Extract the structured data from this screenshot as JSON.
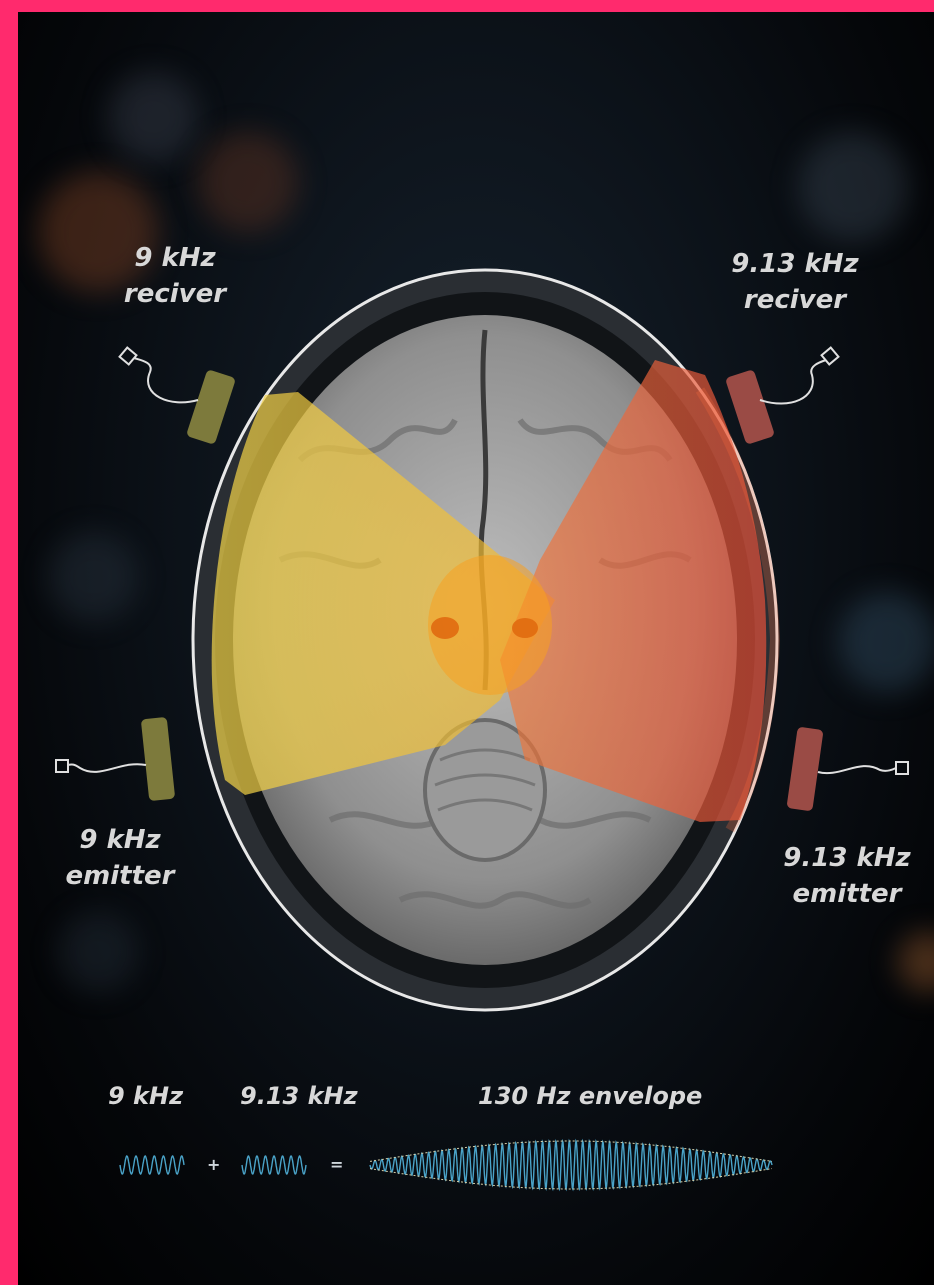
{
  "labels": {
    "left_receiver": {
      "line1": "9 kHz",
      "line2": "reciver"
    },
    "right_receiver": {
      "line1": "9.13 kHz",
      "line2": "reciver"
    },
    "left_emitter": {
      "line1": "9 kHz",
      "line2": "emitter"
    },
    "right_emitter": {
      "line1": "9.13 kHz",
      "line2": "emitter"
    }
  },
  "waveform_legend": {
    "wave1_label": "9 kHz",
    "wave2_label": "9.13 kHz",
    "result_label": "130 Hz envelope",
    "plus": "+",
    "equals": "="
  },
  "colors": {
    "frame": "#ff2a6d",
    "left_field": "#f2c53a",
    "right_field": "#f0643a",
    "left_electrode": "#7d7a3c",
    "right_electrode": "#9a4b45",
    "wave": "#4aa3c8"
  },
  "icons": [
    "brain-mri-slice",
    "electrode-pad",
    "connector-plug",
    "sine-wave"
  ]
}
